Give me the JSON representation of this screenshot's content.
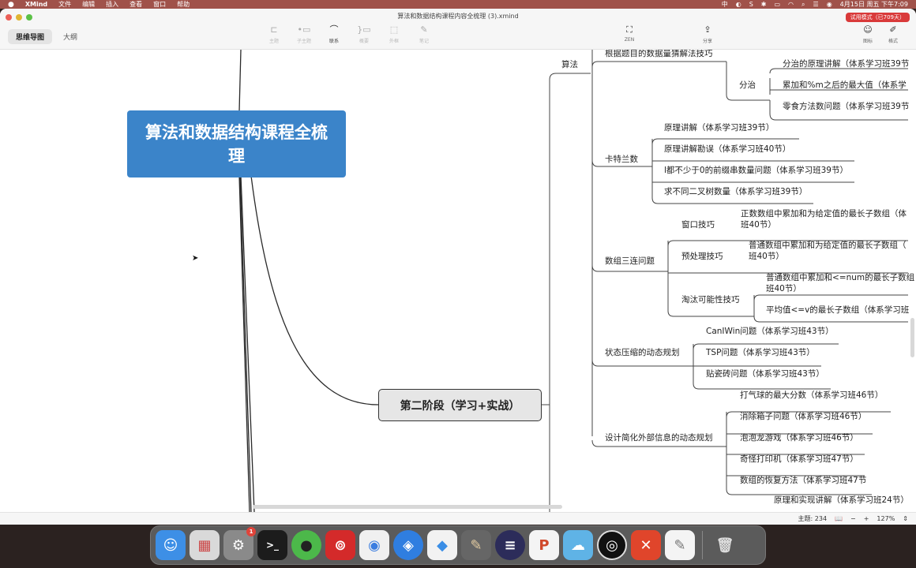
{
  "menubar": {
    "app": "XMind",
    "items": [
      "文件",
      "编辑",
      "插入",
      "查看",
      "窗口",
      "帮助"
    ],
    "clock": "4月15日 周五 下午7:09"
  },
  "window": {
    "title": "算法和数据结构课程内容全梳理 (3).xmind",
    "trial_badge": "试用模式（已709天）",
    "view_tabs": [
      {
        "label": "思维导图",
        "active": true
      },
      {
        "label": "大纲",
        "active": false
      }
    ],
    "toolbar": [
      {
        "label": "主题",
        "icon": "topic-icon"
      },
      {
        "label": "子主题",
        "icon": "subtopic-icon"
      },
      {
        "label": "联系",
        "icon": "relationship-icon"
      },
      {
        "label": "概要",
        "icon": "summary-icon"
      },
      {
        "label": "外框",
        "icon": "boundary-icon"
      },
      {
        "label": "笔记",
        "icon": "note-icon"
      },
      {
        "label": "ZEN",
        "icon": "zen-icon"
      },
      {
        "label": "分享",
        "icon": "share-icon"
      },
      {
        "label": "图标",
        "icon": "emoji-icon"
      },
      {
        "label": "格式",
        "icon": "format-icon"
      }
    ]
  },
  "mindmap": {
    "root": "算法和数据结构课程全梳理",
    "stage": "第二阶段（学习+实战）",
    "branch": "算法",
    "topics": {
      "guess": "根据题目的数据量猜解法技巧",
      "divide": "分治",
      "divide_items": [
        "分治的原理讲解（体系学习班39节",
        "累加和%m之后的最大值（体系学",
        "零食方法数问题（体系学习班39节"
      ],
      "catalan": "卡特兰数",
      "catalan_items": [
        "原理讲解（体系学习班39节）",
        "原理讲解勘误（体系学习班40节）",
        "l都不少于0的前缀串数量问题（体系学习班39节）",
        "求不同二叉树数量（体系学习班39节）"
      ],
      "array3": "数组三连问题",
      "window_tech": "窗口技巧",
      "window_item_l1": "正数数组中累加和为给定值的最长子数组（体",
      "window_item_l2": "班40节）",
      "preproc_tech": "预处理技巧",
      "preproc_item_l1": "普通数组中累加和为给定值的最长子数组（",
      "preproc_item_l2": "班40节）",
      "elim_tech": "淘汰可能性技巧",
      "elim_item1_l1": "普通数组中累加和<=num的最长子数组",
      "elim_item1_l2": "班40节）",
      "elim_item2": "平均值<=v的最长子数组（体系学习班",
      "bitmask_dp": "状态压缩的动态规划",
      "bitmask_items": [
        "CanIWin问题（体系学习班43节）",
        "TSP问题（体系学习班43节）",
        "贴瓷砖问题（体系学习班43节）"
      ],
      "ext_dp": "设计简化外部信息的动态规划",
      "ext_items": [
        "打气球的最大分数（体系学习班46节）",
        "消除箱子问题（体系学习班46节）",
        "泡泡龙游戏（体系学习班46节）",
        "奇怪打印机（体系学习班47节）",
        "数组的恢复方法（体系学习班47节"
      ],
      "next_item": "原理和实现讲解（体系学习班24节）"
    }
  },
  "statusbar": {
    "topic_count": "主题: 234",
    "zoom": "127%",
    "minus": "−",
    "plus": "+"
  },
  "dock": {
    "apps": [
      {
        "name": "Finder",
        "color": "#3d8fe6",
        "glyph": "☺"
      },
      {
        "name": "Launchpad",
        "color": "#d9d9d9",
        "glyph": "▦"
      },
      {
        "name": "System Preferences",
        "color": "#8a8a8a",
        "glyph": "⚙",
        "badge": "1"
      },
      {
        "name": "Terminal",
        "color": "#1c1c1c",
        "glyph": ">_"
      },
      {
        "name": "Evernote",
        "color": "#4cb84a",
        "glyph": "●"
      },
      {
        "name": "NetEase Music",
        "color": "#d42a2a",
        "glyph": "⊚"
      },
      {
        "name": "Chrome",
        "color": "#f0f0f0",
        "glyph": "◉"
      },
      {
        "name": "Safari",
        "color": "#2f7ee0",
        "glyph": "◈"
      },
      {
        "name": "Lanhu",
        "color": "#f2f2f2",
        "glyph": "◆"
      },
      {
        "name": "Pencil",
        "color": "#666666",
        "glyph": "✎"
      },
      {
        "name": "Eclipse",
        "color": "#2c2c5a",
        "glyph": "≡"
      },
      {
        "name": "PowerPoint",
        "color": "#f4f4f4",
        "glyph": "P"
      },
      {
        "name": "Cloud Meeting",
        "color": "#5fb3e6",
        "glyph": "☁"
      },
      {
        "name": "OBS",
        "color": "#111111",
        "glyph": "◎"
      },
      {
        "name": "XMind",
        "color": "#e0452b",
        "glyph": "✕"
      },
      {
        "name": "TextEdit",
        "color": "#f4f4f4",
        "glyph": "✎"
      },
      {
        "name": "Trash",
        "color": "#bdbdbd",
        "glyph": "🗑"
      }
    ]
  }
}
